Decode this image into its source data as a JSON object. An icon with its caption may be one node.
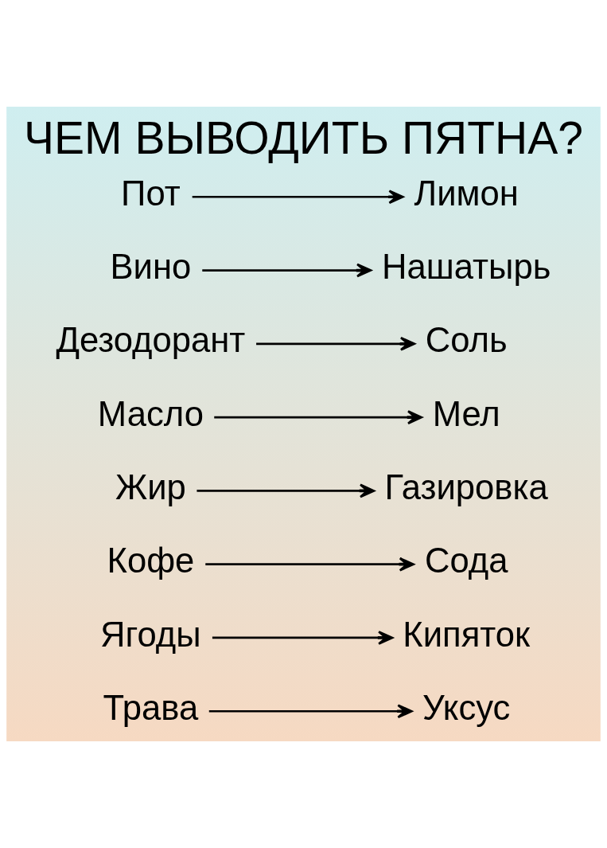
{
  "diagram": {
    "title": "ЧЕМ ВЫВОДИТЬ ПЯТНА?",
    "nodes": [
      {
        "text": [
          "Трава"
        ]
      },
      {
        "text": [
          "Уксус"
        ]
      },
      {
        "text": [
          "Ягоды"
        ]
      },
      {
        "text": [
          "Кипяток"
        ]
      },
      {
        "text": [
          "Кофе"
        ]
      },
      {
        "text": [
          "Сода"
        ]
      },
      {
        "text": [
          "Жир"
        ]
      },
      {
        "text": [
          "Газировка"
        ]
      },
      {
        "text": [
          "Масло"
        ]
      },
      {
        "text": [
          "Мел"
        ]
      },
      {
        "text": [
          "Дезодорант"
        ]
      },
      {
        "text": [
          "Соль"
        ]
      },
      {
        "text": [
          "Вино"
        ]
      },
      {
        "text": [
          "Нашатырь"
        ]
      },
      {
        "text": [
          "Пот"
        ]
      },
      {
        "text": [
          "Лимон"
        ]
      }
    ],
    "edges": [
      {
        "from": 0,
        "to": 1,
        "arrow": "to"
      },
      {
        "from": 2,
        "to": 3,
        "arrow": "to"
      },
      {
        "from": 4,
        "to": 5,
        "arrow": "to"
      },
      {
        "from": 6,
        "to": 7,
        "arrow": "to"
      },
      {
        "from": 8,
        "to": 9,
        "arrow": "to"
      },
      {
        "from": 10,
        "to": 11,
        "arrow": "to"
      },
      {
        "from": 12,
        "to": 13,
        "arrow": "to"
      },
      {
        "from": 14,
        "to": 15,
        "arrow": "to"
      }
    ]
  }
}
